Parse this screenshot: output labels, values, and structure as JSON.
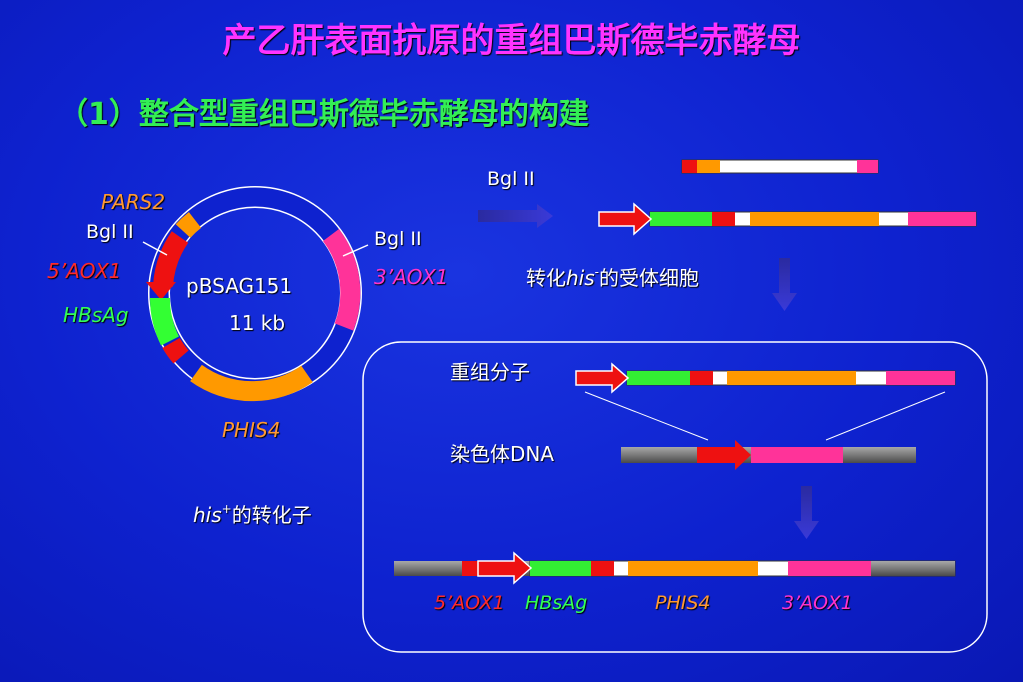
{
  "title": "产乙肝表面抗原的重组巴斯德毕赤酵母",
  "subtitle": "（1）整合型重组巴斯德毕赤酵母的构建",
  "plasmid": {
    "name": "pBSAG151",
    "size": "11 kb",
    "labels": {
      "pars2": "PARS2",
      "bgl2_left": "Bgl II",
      "aox1_5": "5’AOX1",
      "hbsag": "HBsAg",
      "bgl2_right": "Bgl II",
      "aox1_3": "3’AOX1",
      "phis4": "PHIS4"
    }
  },
  "digest": {
    "enzyme_label": "Bgl II",
    "transform_prefix": "转化",
    "transform_gene": "his",
    "transform_sup": "-",
    "transform_suffix": "的受体细胞"
  },
  "recombination": {
    "recombinant_label": "重组分子",
    "chromosome_label": "染色体DNA",
    "transformant_gene": "his",
    "transformant_sup": "+",
    "transformant_suffix": "的转化子",
    "bottom_labels": {
      "aox1_5": "5’AOX1",
      "hbsag": "HBsAg",
      "phis4": "PHIS4",
      "aox1_3": "3’AOX1"
    }
  },
  "colors": {
    "background": "#0e22cf",
    "title": "#ff33ff",
    "subtitle": "#33ee55",
    "red": "#ee1111",
    "green": "#33ff33",
    "orange": "#ff9900",
    "pink": "#ff3399",
    "gray": "#808080"
  }
}
